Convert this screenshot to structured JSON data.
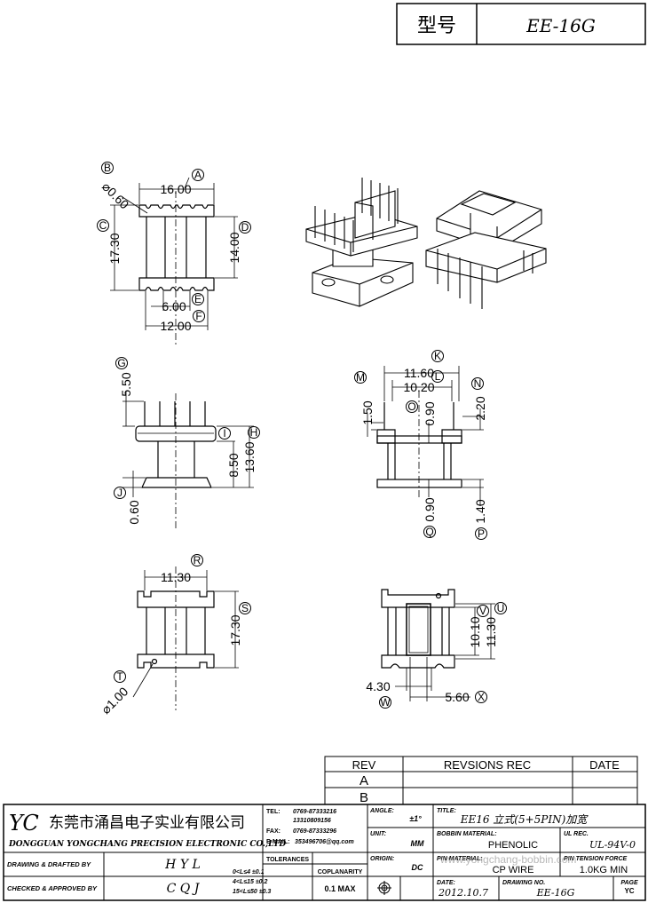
{
  "header": {
    "model_label": "型号",
    "model_value": "EE-16G"
  },
  "top_view": {
    "width_top": "16.00",
    "hole": "⌀0.60",
    "height_outer": "17.30",
    "height_inner": "14.00",
    "pin_gap": "6.00",
    "width_bottom": "12.00",
    "callouts": [
      "A",
      "B",
      "C",
      "D",
      "E",
      "F"
    ]
  },
  "side_view": {
    "pin_len": "5.50",
    "h_inner": "8.50",
    "h_outer": "13.60",
    "base": "0.60",
    "callouts": [
      "G",
      "H",
      "I",
      "J"
    ]
  },
  "front_view": {
    "w_outer": "11.60",
    "w_inner": "10.20",
    "d_150": "1.50",
    "d_090a": "0.90",
    "d_220": "2.20",
    "d_090b": "0.90",
    "d_140": "1.40",
    "callouts": [
      "K",
      "L",
      "M",
      "N",
      "O",
      "P",
      "Q"
    ]
  },
  "bottom_view": {
    "width": "11.30",
    "height": "17.30",
    "hole": "⌀1.00",
    "callouts": [
      "R",
      "S",
      "T"
    ]
  },
  "section_view": {
    "h1": "10.10",
    "h2": "11.30",
    "w1": "4.30",
    "w2": "5.60",
    "callouts": [
      "U",
      "V",
      "W",
      "X"
    ]
  },
  "revision_table": {
    "headers": [
      "REV",
      "REVSIONS REC",
      "DATE"
    ],
    "rows": [
      [
        "A",
        "",
        ""
      ],
      [
        "B",
        "",
        ""
      ]
    ]
  },
  "title_block": {
    "company_logo": "YC",
    "company_cn": "东莞市涌昌电子实业有限公司",
    "company_en": "DONGGUAN YONGCHANG PRECISION ELECTRONIC CO.,LTD",
    "tel_label": "TEL:",
    "tel_value": "0769-87333216",
    "tel_value2": "13310809156",
    "fax_label": "FAX:",
    "fax_value": "0769-87333296",
    "email_label": "E-MAIL:",
    "email_value": "353496706@qq.com",
    "angle_label": "ANGLE:",
    "angle_value": "±1°",
    "unit_label": "UNIT:",
    "unit_value": "MM",
    "origin_label": "ORIGIN:",
    "origin_value": "DC",
    "title_label": "TITLE:",
    "title_value": "EE16 立式(5+5PIN)加宽",
    "bobbin_label": "BOBBIN MATERIAL:",
    "bobbin_value": "PHENOLIC",
    "ul_label": "UL REC.",
    "ul_value": "UL-94V-0",
    "pin_label": "PIN MATERIAL:",
    "pin_value": "CP WIRE",
    "tension_label": "PIN TENSION FORCE",
    "tension_value": "1.0KG MIN",
    "date_label": "DATE:",
    "date_value": "2012.10.7",
    "drawing_no_label": "DRAWING NO.",
    "drawing_no_value": "EE-16G",
    "page_label": "PAGE",
    "page_value": "YC",
    "drawn_label": "DRAWING & DRAFTED BY",
    "drawn_value": "H Y L",
    "checked_label": "CHECKED & APPROVED BY",
    "checked_value": "C Q J",
    "tolerances_label": "TOLERANCES",
    "tol1": "0<L≤4   ±0.1",
    "tol2": "4<L≤15  ±0.2",
    "tol3": "15<L≤50 ±0.3",
    "coplanarity_label": "COPLANARITY",
    "coplanarity_value": "0.1 MAX",
    "watermark": "www.yongchang-bobbin.com"
  }
}
